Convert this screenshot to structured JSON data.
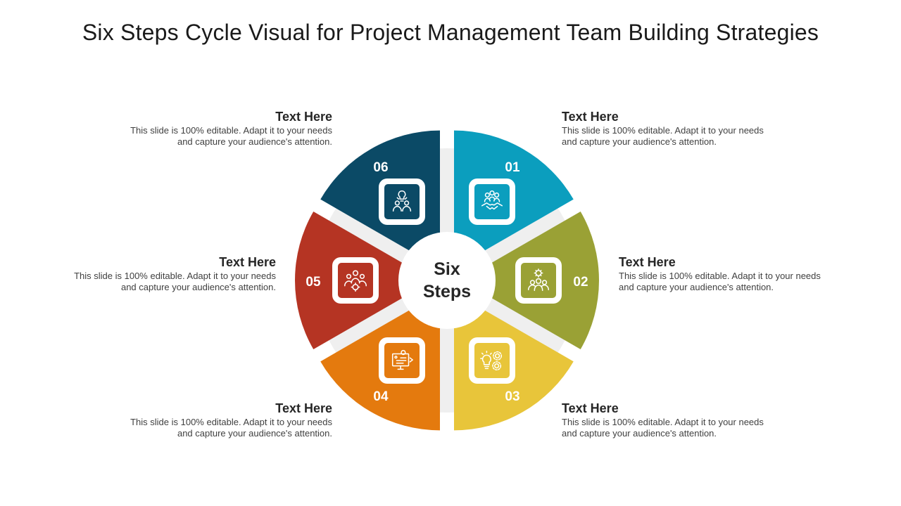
{
  "title": "Six Steps Cycle Visual for Project Management Team Building Strategies",
  "center": {
    "line1": "Six",
    "line2": "Steps"
  },
  "steps": [
    {
      "number": "01",
      "heading": "Text Here",
      "body_line1": "This slide is 100% editable. Adapt it to your needs",
      "body_line2": "and capture your audience's attention.",
      "color": "#0B9EBE",
      "icon": "handshake-team-icon"
    },
    {
      "number": "02",
      "heading": "Text Here",
      "body_line1": "This slide is 100% editable. Adapt it to your needs",
      "body_line2": "and capture your audience's attention.",
      "color": "#9AA135",
      "icon": "team-gear-icon"
    },
    {
      "number": "03",
      "heading": "Text Here",
      "body_line1": "This slide is 100% editable. Adapt it to your needs",
      "body_line2": "and capture your audience's attention.",
      "color": "#E8C53A",
      "icon": "idea-gears-icon"
    },
    {
      "number": "04",
      "heading": "Text Here",
      "body_line1": "This slide is 100% editable. Adapt it to your needs",
      "body_line2": "and capture your audience's attention.",
      "color": "#E47A0E",
      "icon": "presentation-monitor-icon"
    },
    {
      "number": "05",
      "heading": "Text Here",
      "body_line1": "This slide is 100% editable. Adapt it to your needs",
      "body_line2": "and capture your audience's attention.",
      "color": "#B53423",
      "icon": "team-people-icon"
    },
    {
      "number": "06",
      "heading": "Text Here",
      "body_line1": "This slide is 100% editable. Adapt it to your needs",
      "body_line2": "and capture your audience's attention.",
      "color": "#0B4A66",
      "icon": "idea-team-icon"
    }
  ],
  "colors": {
    "ring": "#EFEFEF",
    "background": "#FFFFFF"
  }
}
